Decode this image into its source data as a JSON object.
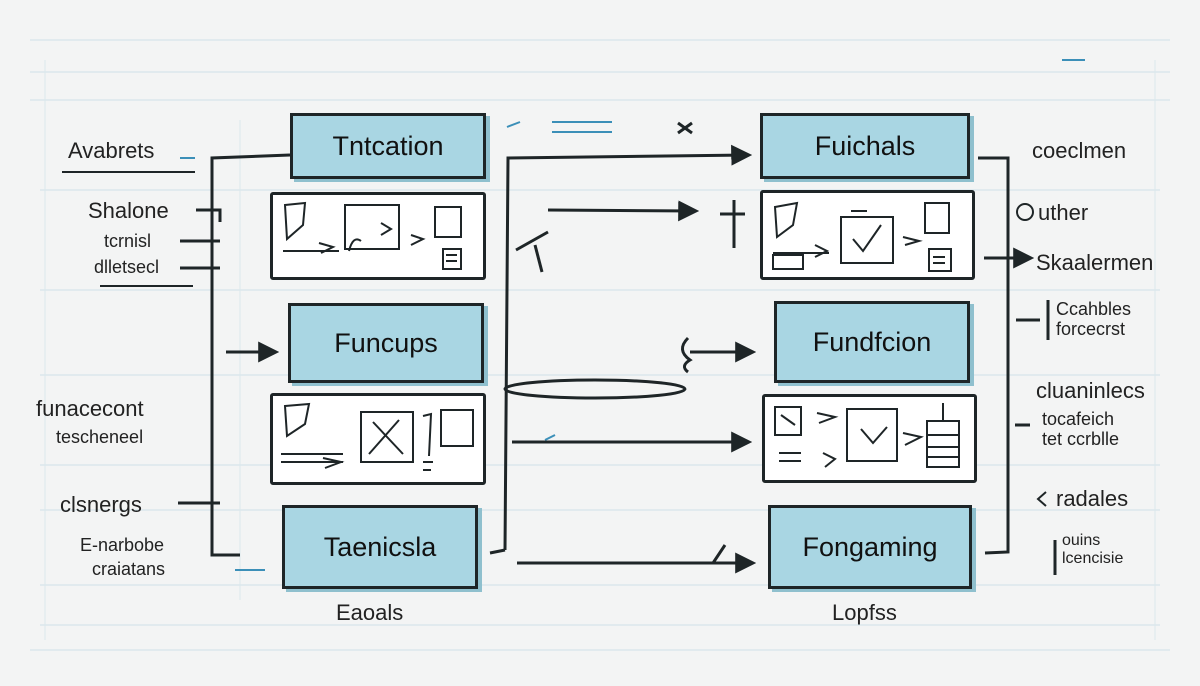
{
  "boxes": {
    "left_top": "Tntcation",
    "left_mid": "Funcups",
    "left_bot": "Taenicsla",
    "right_top": "Fuichals",
    "right_mid": "Fundfcion",
    "right_bot": "Fongaming"
  },
  "left_labels": {
    "avabrets": "Avabrets",
    "shalone": "Shalone",
    "tcrnisl": "tcrnisl",
    "dilelbsecl": "dlletsecl",
    "funacecont": "funacecont",
    "testheneel": "tescheneel",
    "clsnergs": "clsnergs",
    "enarbobe": "E-narbobe",
    "craiatans": "craiatans"
  },
  "right_labels": {
    "coeclmen": "coeclmen",
    "uther": "uther",
    "skaalermen": "Skaalermen",
    "ccahbles": "Ccahbles",
    "forcecrst": "forcecrst",
    "cluaninlecs": "cluaninlecs",
    "tocafeich": "tocafeich",
    "tetccrblle": "tet ccrblle",
    "radales": "radales",
    "ouins": "ouins",
    "lcencisie": "lcencisie"
  },
  "bottom_labels": {
    "left": "Eaoals",
    "right": "Lopfss"
  },
  "colors": {
    "box_fill": "#a9d6e3",
    "ink": "#1e2527",
    "guide_line": "#c8dde6",
    "accent_mark": "#3b8fb8"
  }
}
